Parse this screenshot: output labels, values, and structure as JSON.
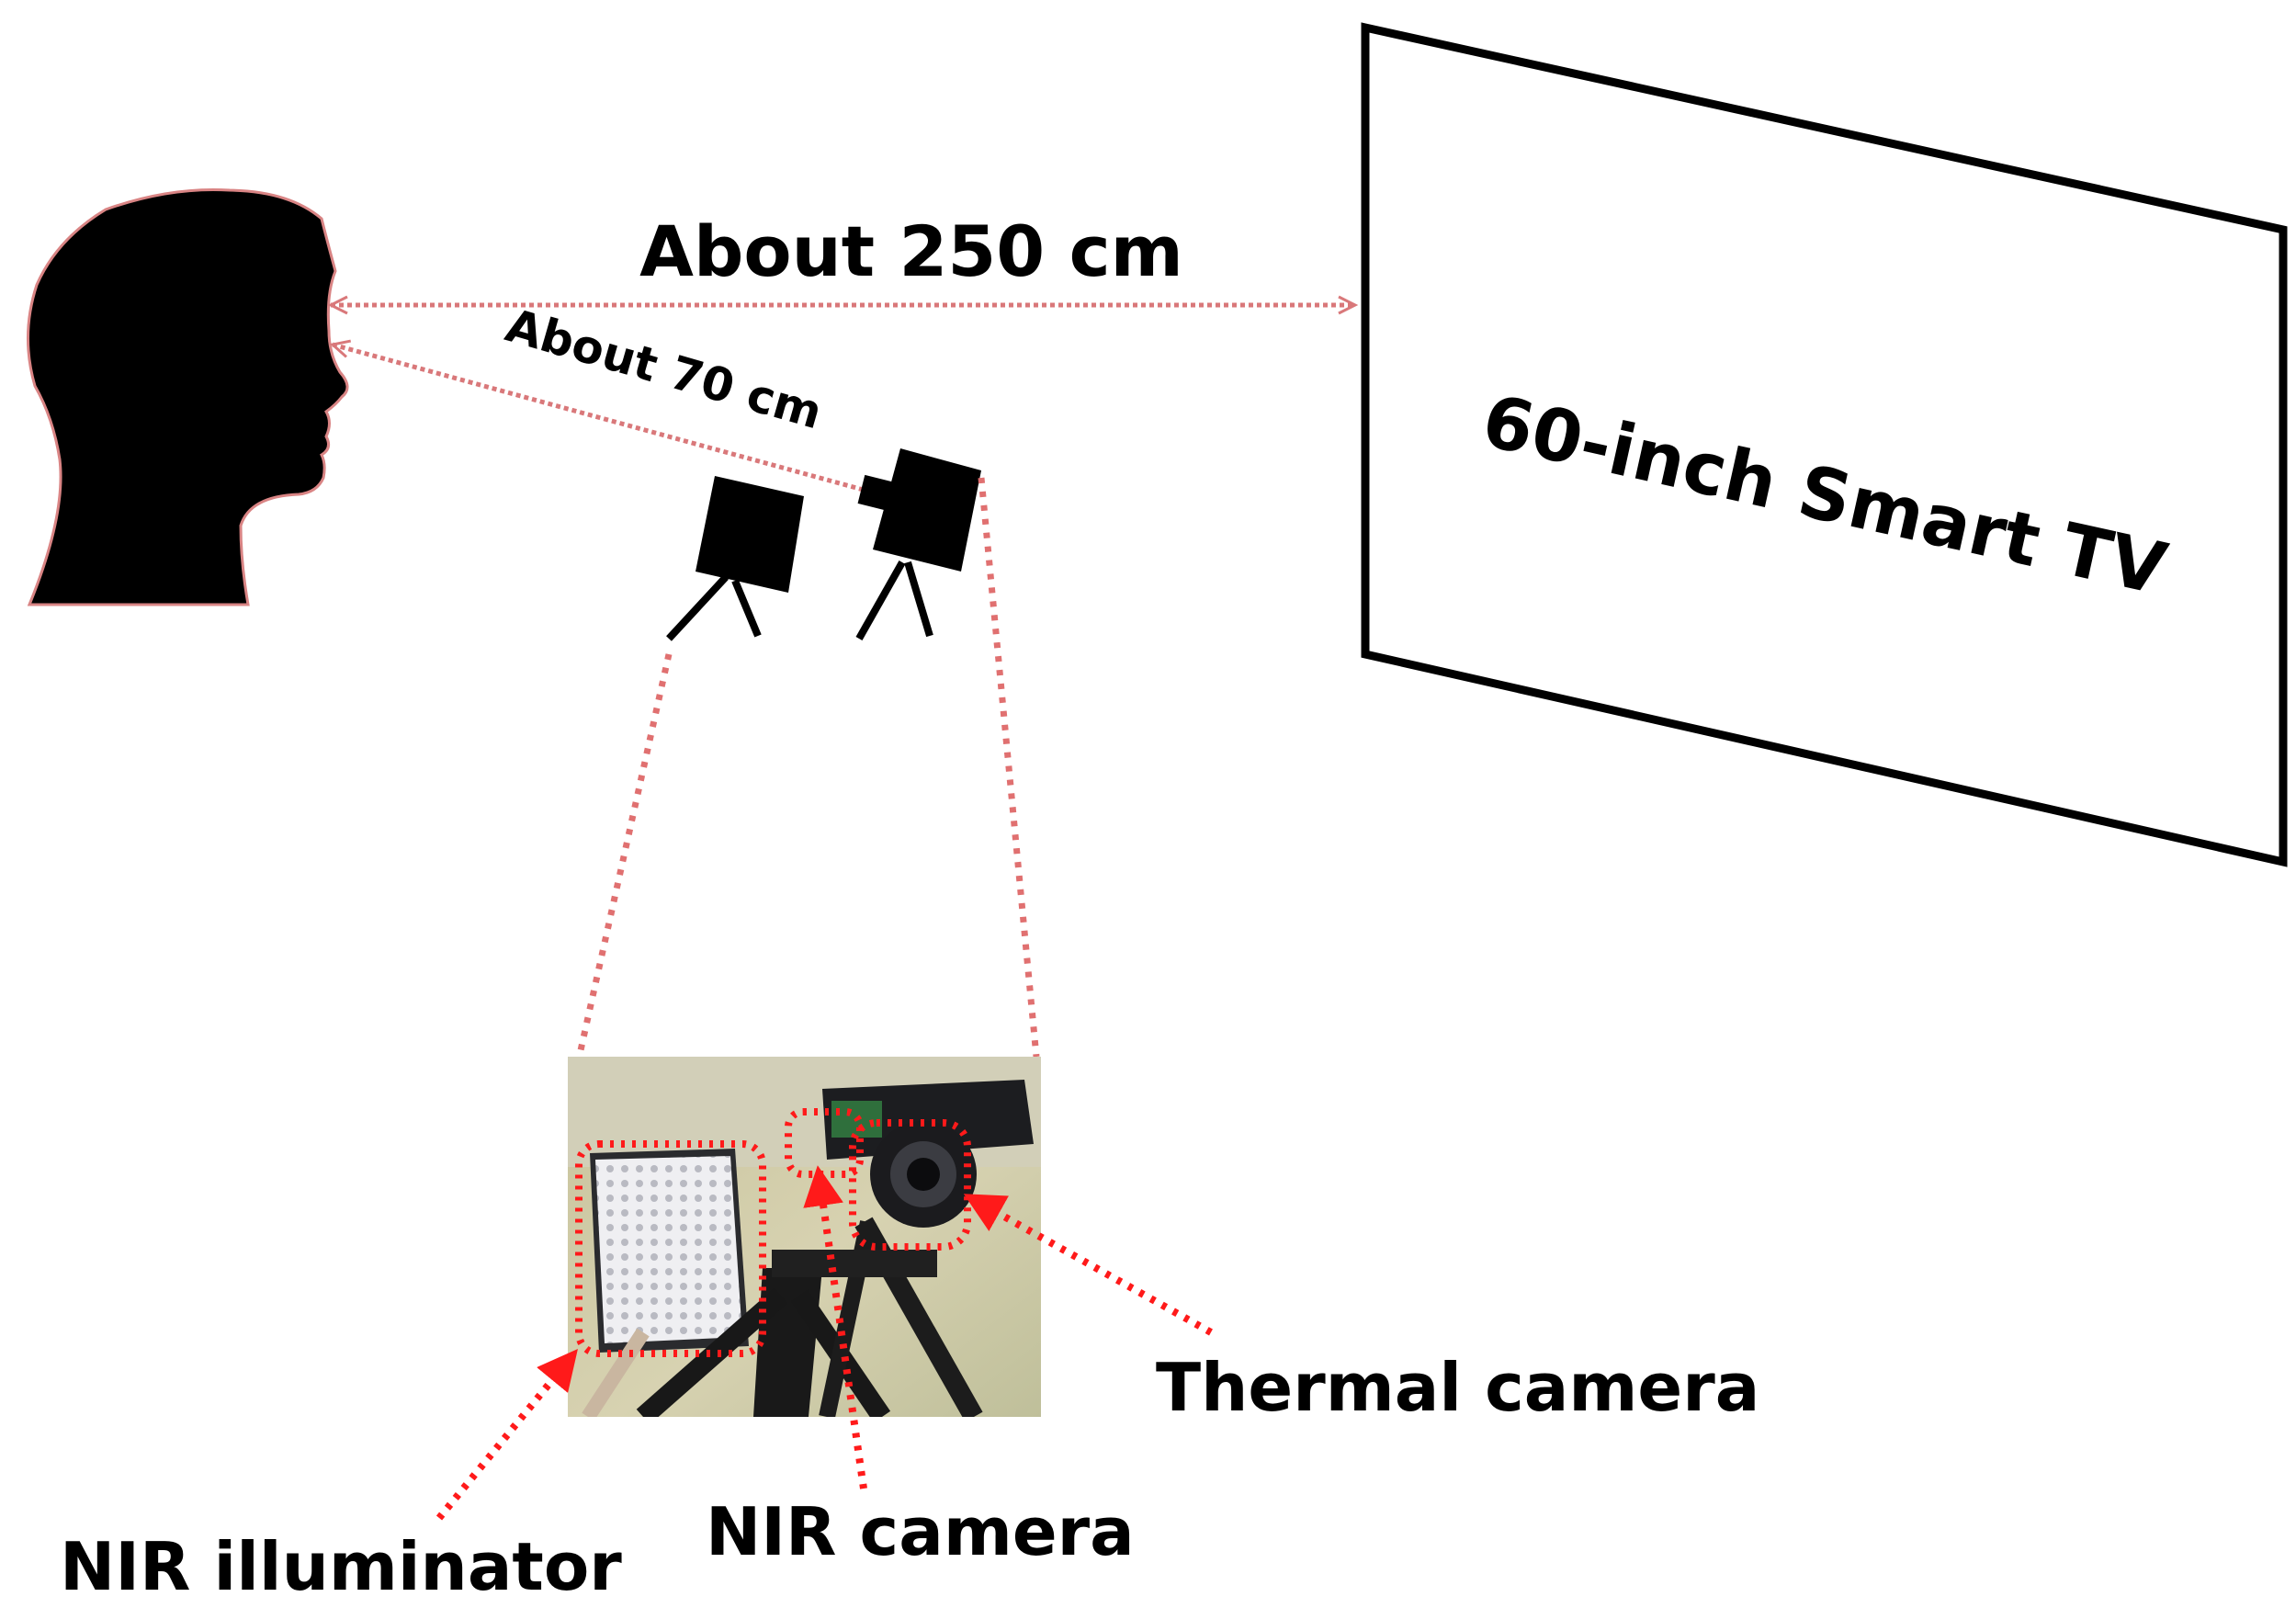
{
  "labels": {
    "distance_tv": "About 250 cm",
    "distance_camera": "About 70 cm",
    "tv": "60-inch Smart TV",
    "thermal_camera": "Thermal camera",
    "nir_camera": "NIR camera",
    "nir_illuminator": "NIR illuminator"
  },
  "colors": {
    "distance_arrow": "#d9787a",
    "callout": "#ff1a1a",
    "silhouette": "#000000",
    "outline": "#000000",
    "background": "#ffffff"
  },
  "icons": {
    "person": "head-silhouette-icon",
    "illuminator": "illuminator-on-tripod-icon",
    "camera": "camera-on-tripod-icon",
    "tv": "tv-screen-icon"
  }
}
